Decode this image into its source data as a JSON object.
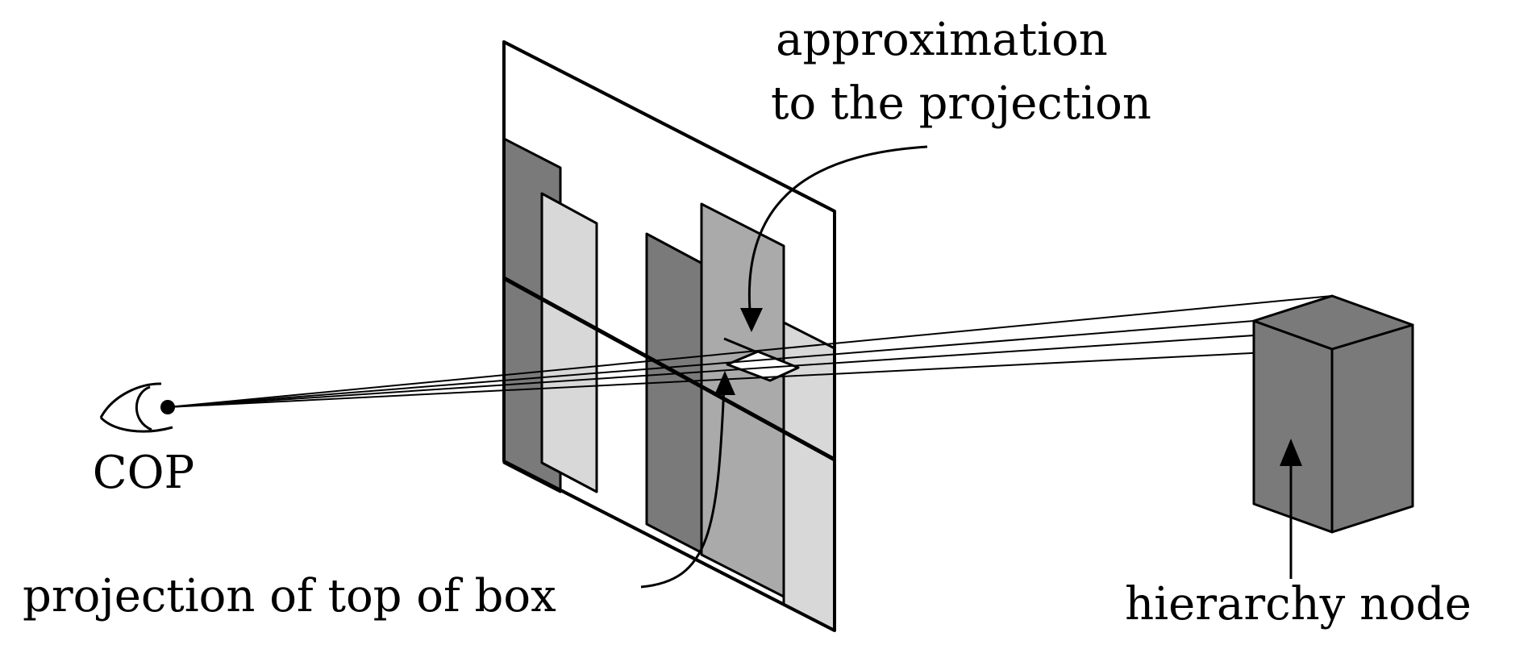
{
  "labels": {
    "approximation_line1": "approximation",
    "approximation_line2": "to the projection",
    "cop": "COP",
    "projection_of_top": "projection of top of box",
    "hierarchy_node": "hierarchy node"
  },
  "colors": {
    "dark_gray": "#7a7a7a",
    "medium_gray": "#aaaaaa",
    "light_gray": "#d8d8d8",
    "line": "#000000",
    "background": "#ffffff"
  }
}
